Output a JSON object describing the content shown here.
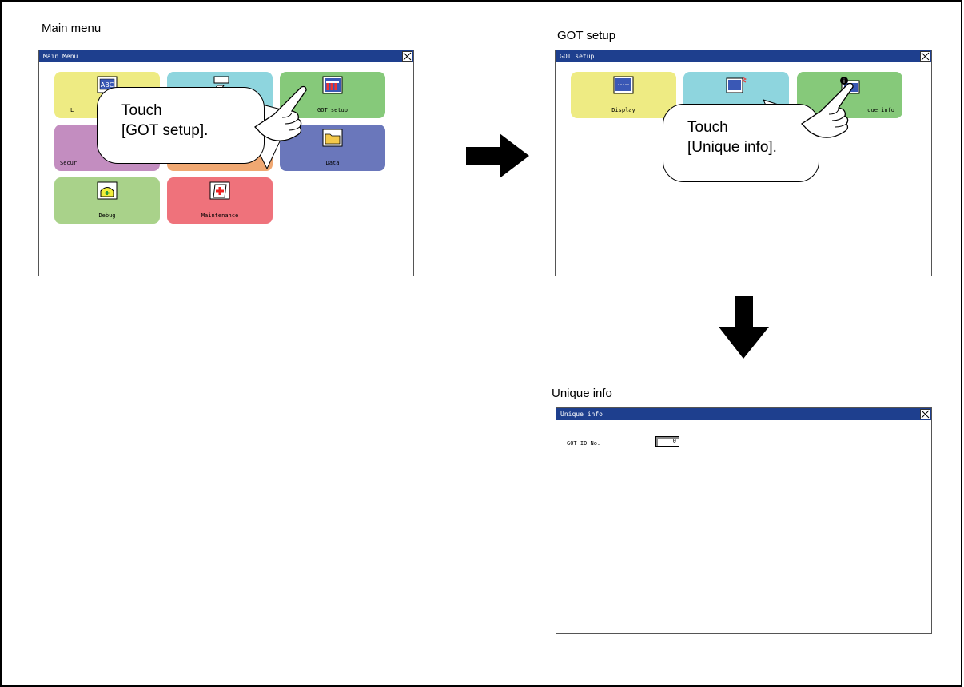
{
  "panels": {
    "main_menu_label": "Main menu",
    "got_setup_label": "GOT setup",
    "unique_info_label": "Unique info"
  },
  "main_menu": {
    "title": "Main Menu",
    "tiles": [
      {
        "label": "Language",
        "visible_text": "L",
        "icon": "abc-monitor-icon",
        "color": "#eeeb83"
      },
      {
        "label": "",
        "icon": "connection-icon",
        "color": "#8ed5de"
      },
      {
        "label": "GOT setup",
        "icon": "got-setup-icon",
        "color": "#86c97a"
      },
      {
        "label": "Security",
        "visible_text": "Secur",
        "icon": "security-icon",
        "color": "#c38dc0"
      },
      {
        "label": "",
        "icon": "blank-icon",
        "color": "#f0a872"
      },
      {
        "label": "Data",
        "icon": "folder-icon",
        "color": "#6a77bb"
      },
      {
        "label": "Debug",
        "icon": "debug-icon",
        "color": "#a9d28a"
      },
      {
        "label": "Maintenance",
        "icon": "maintenance-icon",
        "color": "#ef727b"
      }
    ],
    "callout_line1": "Touch",
    "callout_line2": "[GOT setup]."
  },
  "got_setup": {
    "title": "GOT setup",
    "tiles": [
      {
        "label": "Display",
        "icon": "display-icon",
        "color": "#eeeb83"
      },
      {
        "label": "",
        "icon": "touch-panel-icon",
        "color": "#8ed5de"
      },
      {
        "label": "que info",
        "icon": "unique-info-icon",
        "color": "#86c97a"
      }
    ],
    "callout_line1": "Touch",
    "callout_line2": "[Unique info]."
  },
  "unique_info": {
    "title": "Unique info",
    "field_label": "GOT ID No.",
    "field_value": "0"
  },
  "colors": {
    "titlebar": "#1e3f8e",
    "arrow": "#000000"
  }
}
